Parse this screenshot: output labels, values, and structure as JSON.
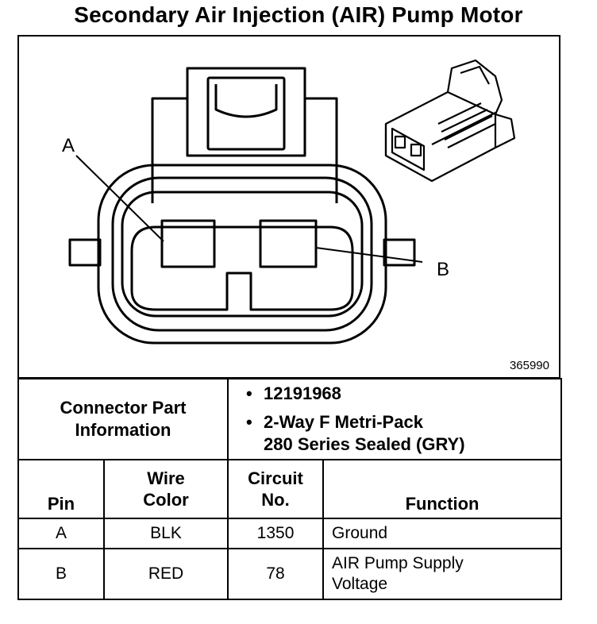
{
  "title": "Secondary Air Injection (AIR) Pump Motor",
  "figure": {
    "id": "365990",
    "callout_a": "A",
    "callout_b": "B"
  },
  "connector_info": {
    "label_line1": "Connector Part",
    "label_line2": "Information",
    "items": [
      "12191968",
      "2-Way F Metri-Pack",
      "280 Series Sealed (GRY)"
    ]
  },
  "table": {
    "headers": {
      "pin": "Pin",
      "wire_color_1": "Wire",
      "wire_color_2": "Color",
      "circuit_1": "Circuit",
      "circuit_2": "No.",
      "function": "Function"
    },
    "rows": [
      {
        "pin": "A",
        "wire": "BLK",
        "circuit": "1350",
        "function_1": "Ground",
        "function_2": ""
      },
      {
        "pin": "B",
        "wire": "RED",
        "circuit": "78",
        "function_1": "AIR Pump Supply",
        "function_2": "Voltage"
      }
    ]
  }
}
